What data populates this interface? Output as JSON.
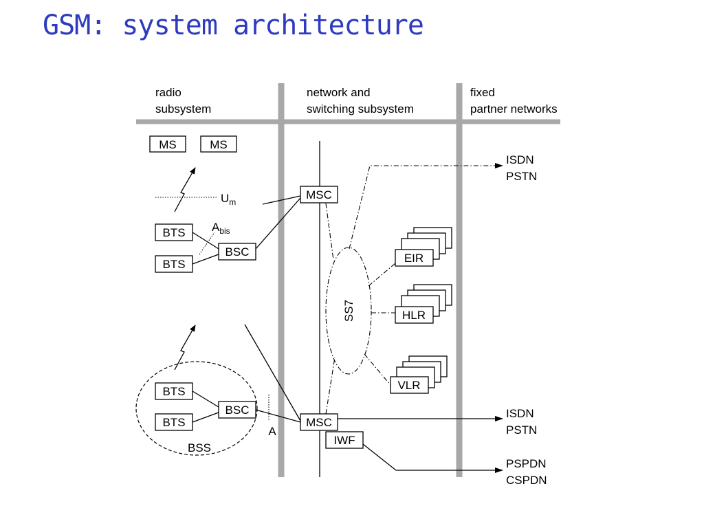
{
  "title": "GSM: system architecture",
  "subsystems": {
    "radio": [
      "radio",
      "subsystem"
    ],
    "network": [
      "network and",
      "switching subsystem"
    ],
    "fixed": [
      "fixed",
      "partner networks"
    ]
  },
  "nodes": {
    "ms1": "MS",
    "ms2": "MS",
    "bts1": "BTS",
    "bts2": "BTS",
    "bsc_top": "BSC",
    "bts3": "BTS",
    "bts4": "BTS",
    "bsc_bottom": "BSC",
    "msc_top": "MSC",
    "msc_bottom": "MSC",
    "iwf": "IWF",
    "eir": "EIR",
    "hlr": "HLR",
    "vlr": "VLR"
  },
  "interfaces": {
    "um_base": "U",
    "um_sub": "m",
    "abis_base": "A",
    "abis_sub": "bis",
    "a": "A",
    "ss7": "SS7",
    "bss": "BSS"
  },
  "external_networks": {
    "top": [
      "ISDN",
      "PSTN"
    ],
    "middle": [
      "ISDN",
      "PSTN"
    ],
    "bottom": [
      "PSPDN",
      "CSPDN"
    ]
  }
}
